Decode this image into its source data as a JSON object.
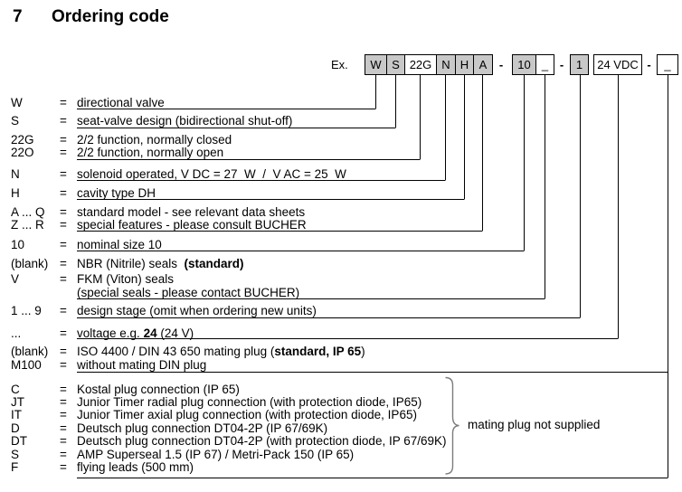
{
  "title": {
    "number": "7",
    "text": "Ordering code"
  },
  "example": {
    "label": "Ex.",
    "segments": [
      {
        "type": "box",
        "label": "W",
        "filled": true
      },
      {
        "type": "box",
        "label": "S",
        "filled": true
      },
      {
        "type": "box",
        "label": "22G",
        "filled": false
      },
      {
        "type": "box",
        "label": "N",
        "filled": true
      },
      {
        "type": "box",
        "label": "H",
        "filled": true
      },
      {
        "type": "box",
        "label": "A",
        "filled": true
      },
      {
        "type": "dash",
        "label": "-"
      },
      {
        "type": "box",
        "label": "10",
        "filled": true
      },
      {
        "type": "box",
        "label": "_",
        "filled": false
      },
      {
        "type": "dash",
        "label": "-"
      },
      {
        "type": "box",
        "label": "1",
        "filled": true
      },
      {
        "type": "box",
        "label": "24 VDC",
        "filled": false
      },
      {
        "type": "dash",
        "label": "-"
      },
      {
        "type": "box",
        "label": "_",
        "filled": false
      }
    ]
  },
  "rows": [
    {
      "code": "W",
      "eq": "=",
      "parts": [
        {
          "text": "directional valve"
        }
      ]
    },
    {
      "code": "S",
      "eq": "=",
      "parts": [
        {
          "text": "seat-valve design (bidirectional shut-off)"
        }
      ]
    },
    {
      "code": "22G",
      "eq": "=",
      "parts": [
        {
          "text": "2/2 function, normally closed"
        }
      ]
    },
    {
      "code": "22O",
      "eq": "=",
      "parts": [
        {
          "text": "2/2 function, normally open"
        }
      ]
    },
    {
      "code": "N",
      "eq": "=",
      "parts": [
        {
          "text": "solenoid operated, V DC = 27  W  /  V AC = 25  W"
        }
      ]
    },
    {
      "code": "H",
      "eq": "=",
      "parts": [
        {
          "text": "cavity type DH"
        }
      ]
    },
    {
      "code": "A ... Q",
      "eq": "=",
      "parts": [
        {
          "text": "standard model - see relevant data sheets"
        }
      ]
    },
    {
      "code": "Z ... R",
      "eq": "=",
      "parts": [
        {
          "text": "special features - please consult BUCHER"
        }
      ]
    },
    {
      "code": "10",
      "eq": "=",
      "parts": [
        {
          "text": "nominal size 10"
        }
      ]
    },
    {
      "code": "(blank)",
      "eq": "=",
      "parts": [
        {
          "text": "NBR (Nitrile) seals  "
        },
        {
          "text": "(standard)",
          "bold": true
        }
      ]
    },
    {
      "code": "V",
      "eq": "=",
      "parts": [
        {
          "text": "FKM (Viton) seals"
        }
      ]
    },
    {
      "code": "",
      "eq": "",
      "parts": [
        {
          "text": "(special seals - please contact BUCHER)"
        }
      ]
    },
    {
      "code": "1 ... 9",
      "eq": "=",
      "parts": [
        {
          "text": "design stage (omit when ordering new units)"
        }
      ]
    },
    {
      "code": "...",
      "eq": "=",
      "parts": [
        {
          "text": "voltage e.g. "
        },
        {
          "text": "24",
          "bold": true
        },
        {
          "text": " (24 V)"
        }
      ]
    },
    {
      "code": "(blank)",
      "eq": "=",
      "parts": [
        {
          "text": "ISO 4400 / DIN 43 650 mating plug ("
        },
        {
          "text": "standard, IP 65",
          "bold": true
        },
        {
          "text": ")"
        }
      ]
    },
    {
      "code": "M100",
      "eq": "=",
      "parts": [
        {
          "text": "without mating DIN plug"
        }
      ]
    },
    {
      "code": "C",
      "eq": "=",
      "parts": [
        {
          "text": "Kostal plug connection (IP 65)"
        }
      ]
    },
    {
      "code": "JT",
      "eq": "=",
      "parts": [
        {
          "text": "Junior Timer radial plug connection (with protection diode, IP65)"
        }
      ]
    },
    {
      "code": "IT",
      "eq": "=",
      "parts": [
        {
          "text": "Junior Timer axial plug connection (with protection diode, IP65)"
        }
      ]
    },
    {
      "code": "D",
      "eq": "=",
      "parts": [
        {
          "text": "Deutsch plug connection DT04-2P (IP 67/69K)"
        }
      ]
    },
    {
      "code": "DT",
      "eq": "=",
      "parts": [
        {
          "text": "Deutsch plug connection DT04-2P (with protection diode, IP 67/69K)"
        }
      ]
    },
    {
      "code": "S",
      "eq": "=",
      "parts": [
        {
          "text": "AMP Superseal 1.5 (IP 67) / Metri-Pack 150 (IP 65)"
        }
      ]
    },
    {
      "code": "F",
      "eq": "=",
      "parts": [
        {
          "text": "flying leads (500 mm)"
        }
      ]
    }
  ],
  "brace_note": "mating plug not supplied",
  "colors": {
    "box_fill": "#c8c8c8",
    "box_border": "#000000",
    "line": "#000000",
    "brace": "#7d7d7d",
    "text": "#000000"
  }
}
